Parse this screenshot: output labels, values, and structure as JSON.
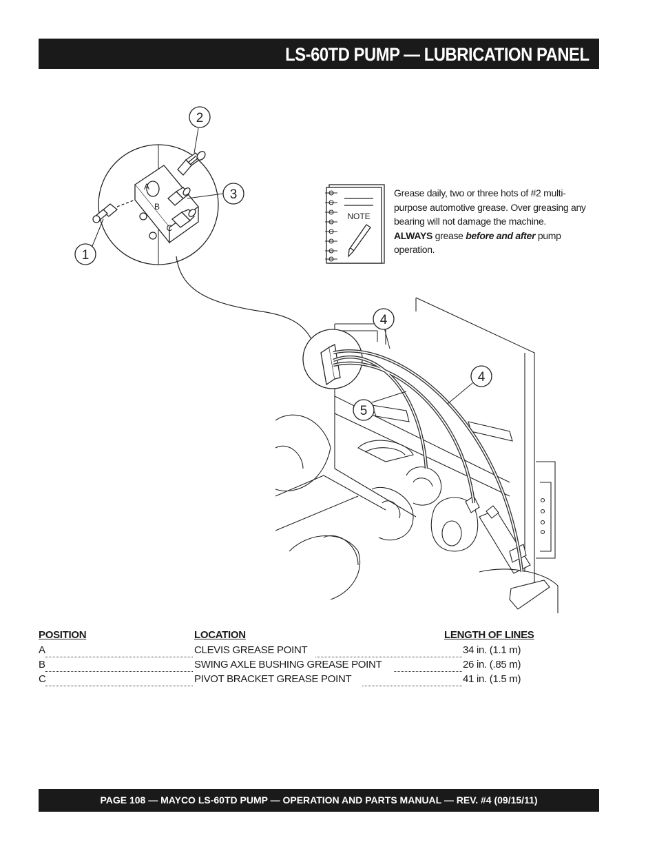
{
  "header": {
    "title": "LS-60TD PUMP — LUBRICATION PANEL"
  },
  "note": {
    "icon_label": "NOTE",
    "text_lead": "Grease daily, two or three hots of #2 multi-purpose automotive grease. Over greasing any bearing will not damage the machine. ",
    "text_always": "ALWAYS",
    "text_mid": " grease ",
    "text_emph": "before and after",
    "text_tail": " pump operation."
  },
  "callouts": [
    "1",
    "2",
    "3",
    "4",
    "4",
    "5"
  ],
  "port_labels": [
    "A",
    "B",
    "C"
  ],
  "table": {
    "headers": {
      "position": "POSITION",
      "location": "LOCATION",
      "length": "LENGTH OF LINES"
    },
    "rows": [
      {
        "position": "A",
        "location": "CLEVIS GREASE POINT",
        "length": "34 in. (1.1 m)"
      },
      {
        "position": "B",
        "location": "SWING AXLE BUSHING GREASE POINT",
        "length": "26 in. (.85 m)"
      },
      {
        "position": "C",
        "location": "PIVOT BRACKET GREASE POINT",
        "length": "41 in. (1.5 m)"
      }
    ]
  },
  "footer": {
    "text": "PAGE 108 — MAYCO LS-60TD PUMP — OPERATION AND PARTS MANUAL — REV. #4 (09/15/11)"
  }
}
